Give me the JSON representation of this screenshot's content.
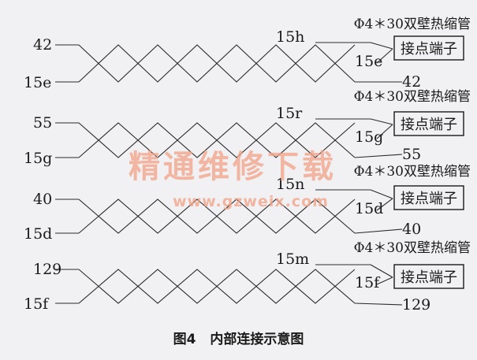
{
  "groups": [
    {
      "left_top": "42",
      "left_bottom": "15e",
      "splice_upper": "15h",
      "splice_lower": "15e",
      "right_end": "42",
      "tube": "Φ4＊30双壁热缩管",
      "terminal": "接点端子"
    },
    {
      "left_top": "55",
      "left_bottom": "15g",
      "splice_upper": "15r",
      "splice_lower": "15g",
      "right_end": "55",
      "tube": "Φ4＊30双壁热缩管",
      "terminal": "接点端子"
    },
    {
      "left_top": "40",
      "left_bottom": "15d",
      "splice_upper": "15n",
      "splice_lower": "15d",
      "right_end": "40",
      "tube": "Φ4＊30双壁热缩管",
      "terminal": "接点端子"
    },
    {
      "left_top": "129",
      "left_bottom": "15f",
      "splice_upper": "15m",
      "splice_lower": "15f",
      "right_end": "129",
      "tube": "Φ4＊30双壁热缩管",
      "terminal": "接点端子"
    }
  ],
  "watermark": {
    "title": "精通维修下载",
    "url": "www.gzweix.com"
  },
  "caption": {
    "number": "图4",
    "title": "内部连接示意图"
  }
}
